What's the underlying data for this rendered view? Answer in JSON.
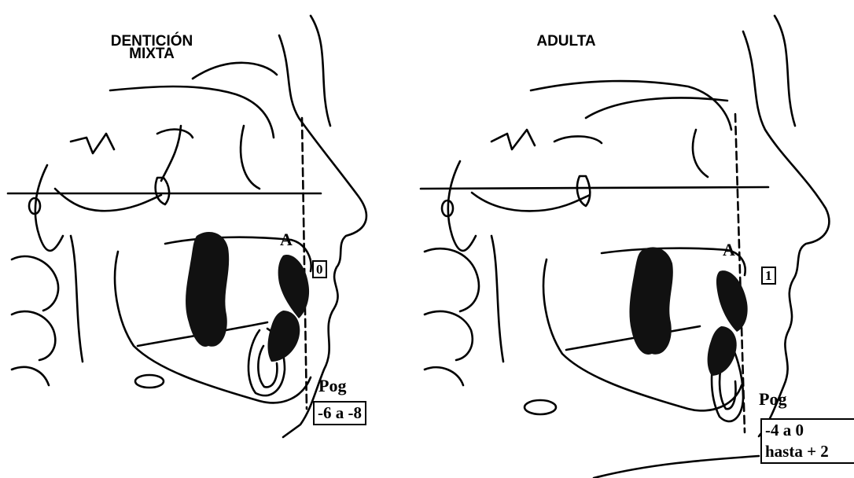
{
  "panels": {
    "left": {
      "title_line1": "DENTICIÓN",
      "title_line2": "MIXTA",
      "point_a": "A",
      "a_value": "0",
      "pog": "Pog",
      "pog_value": "-6 a -8"
    },
    "right": {
      "title": "ADULTA",
      "point_a": "A",
      "a_value": "1",
      "pog": "Pog",
      "pog_value_line1": "-4 a 0",
      "pog_value_line2": "hasta + 2"
    }
  },
  "colors": {
    "ink": "#000000",
    "background": "#ffffff"
  }
}
